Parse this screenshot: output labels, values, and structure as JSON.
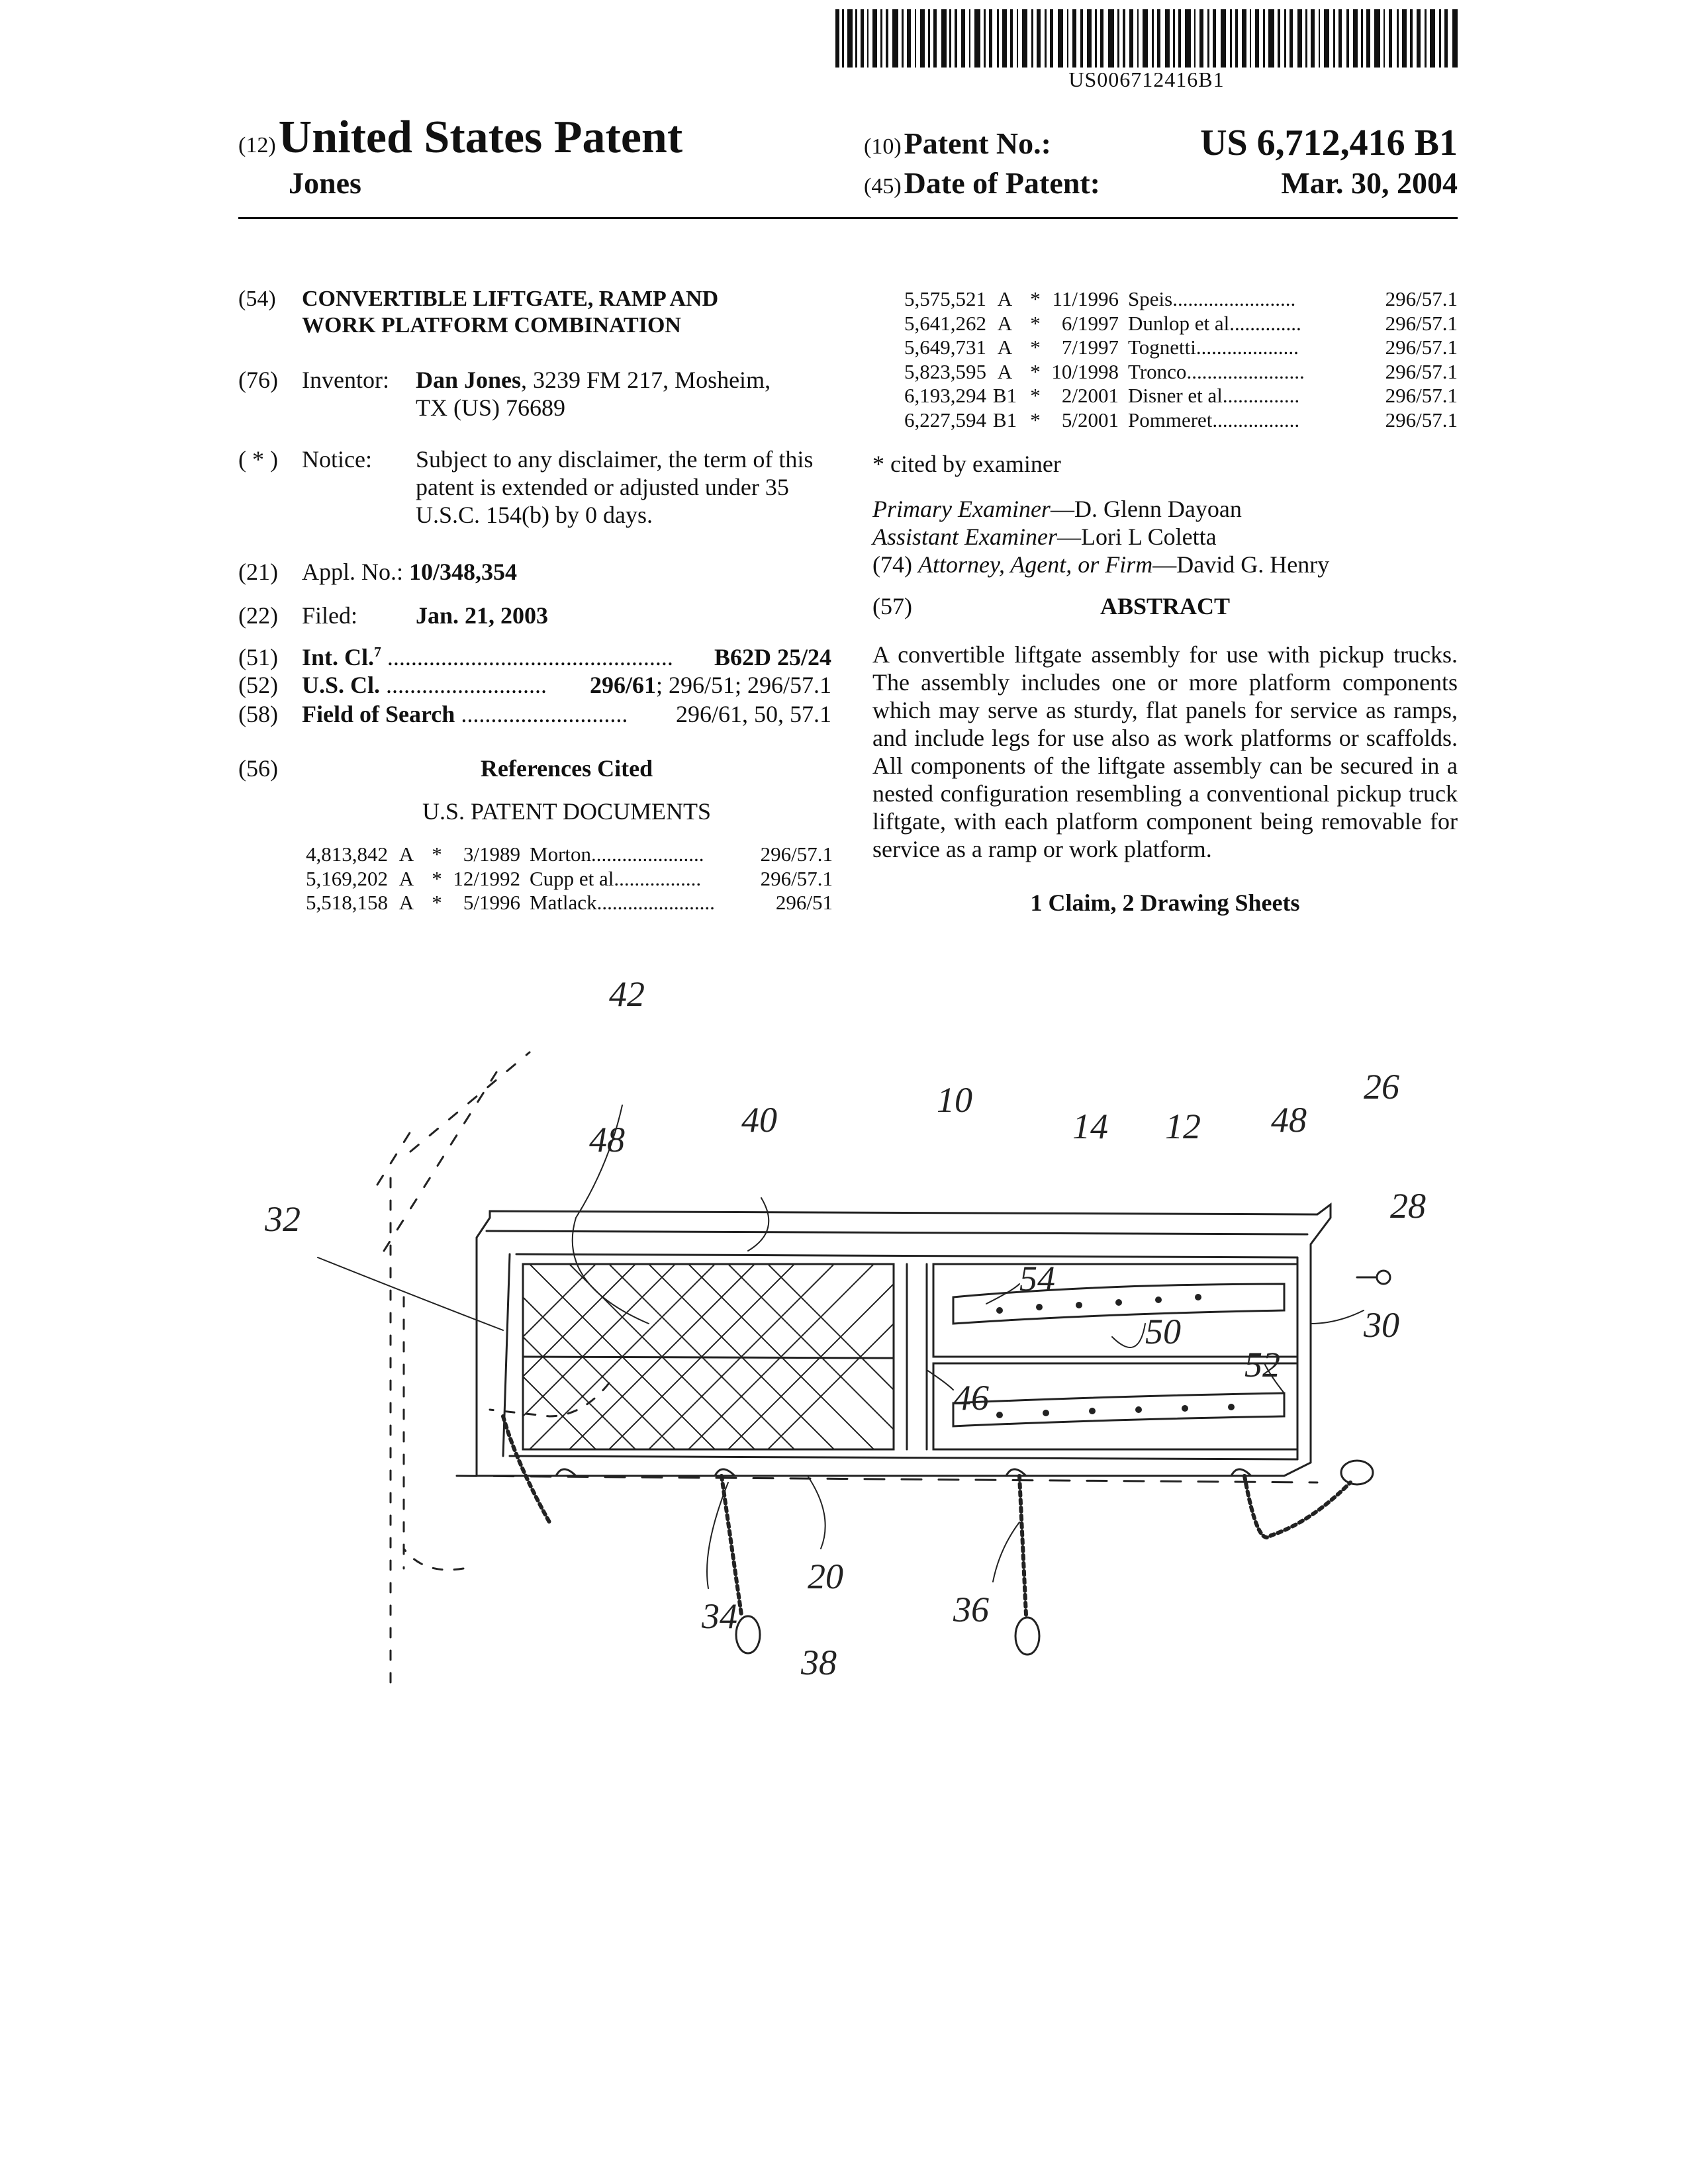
{
  "barcode": {
    "number": "US006712416B1"
  },
  "header": {
    "left_code": "(12)",
    "left_title": "United States Patent",
    "inventor_surname": "Jones",
    "patent_no_code": "(10)",
    "patent_no_label": "Patent No.:",
    "patent_no_value": "US 6,712,416 B1",
    "date_code": "(45)",
    "date_label": "Date of Patent:",
    "date_value": "Mar. 30, 2004"
  },
  "biblio": {
    "title_code": "(54)",
    "title_line1": "CONVERTIBLE LIFTGATE, RAMP AND",
    "title_line2": "WORK PLATFORM COMBINATION",
    "inventor_code": "(76)",
    "inventor_label": "Inventor:",
    "inventor_name": "Dan Jones",
    "inventor_address1": ", 3239 FM 217, Mosheim,",
    "inventor_address2": "TX (US) 76689",
    "notice_code": "( * )",
    "notice_label": "Notice:",
    "notice_line1": "Subject to any disclaimer, the term of this",
    "notice_line2": "patent is extended or adjusted under 35",
    "notice_line3": "U.S.C. 154(b) by 0 days.",
    "appl_code": "(21)",
    "appl_label": "Appl. No.:",
    "appl_value": "10/348,354",
    "filed_code": "(22)",
    "filed_label": "Filed:",
    "filed_value": "Jan. 21, 2003",
    "intcl_code": "(51)",
    "intcl_label": "Int. Cl.",
    "intcl_sup": "7",
    "intcl_dots": "................................................",
    "intcl_value": "B62D 25/24",
    "uscl_code": "(52)",
    "uscl_label": "U.S. Cl.",
    "uscl_dots": "...........................",
    "uscl_value_bold": "296/61",
    "uscl_value_rest": "; 296/51; 296/57.1",
    "search_code": "(58)",
    "search_label": "Field of Search",
    "search_dots": "............................",
    "search_value": "296/61, 50, 57.1",
    "refs_code": "(56)",
    "refs_heading": "References Cited",
    "refs_subheading": "U.S. PATENT DOCUMENTS"
  },
  "references_left": [
    {
      "number": "4,813,842",
      "kind": "A",
      "star": "*",
      "date": "3/1989",
      "name": "Morton",
      "dots": "......................",
      "cls": "296/57.1"
    },
    {
      "number": "5,169,202",
      "kind": "A",
      "star": "*",
      "date": "12/1992",
      "name": "Cupp et al.",
      "dots": "................",
      "cls": "296/57.1"
    },
    {
      "number": "5,518,158",
      "kind": "A",
      "star": "*",
      "date": "5/1996",
      "name": "Matlack",
      "dots": ".......................",
      "cls": "296/51"
    }
  ],
  "references_right": [
    {
      "number": "5,575,521",
      "kind": "A",
      "star": "*",
      "date": "11/1996",
      "name": "Speis",
      "dots": "........................",
      "cls": "296/57.1"
    },
    {
      "number": "5,641,262",
      "kind": "A",
      "star": "*",
      "date": "6/1997",
      "name": "Dunlop et al.",
      "dots": ".............",
      "cls": "296/57.1"
    },
    {
      "number": "5,649,731",
      "kind": "A",
      "star": "*",
      "date": "7/1997",
      "name": "Tognetti",
      "dots": "....................",
      "cls": "296/57.1"
    },
    {
      "number": "5,823,595",
      "kind": "A",
      "star": "*",
      "date": "10/1998",
      "name": "Tronco",
      "dots": ".......................",
      "cls": "296/57.1"
    },
    {
      "number": "6,193,294",
      "kind": "B1",
      "star": "*",
      "date": "2/2001",
      "name": "Disner et al.",
      "dots": "..............",
      "cls": "296/57.1"
    },
    {
      "number": "6,227,594",
      "kind": "B1",
      "star": "*",
      "date": "5/2001",
      "name": "Pommeret",
      "dots": ".................",
      "cls": "296/57.1"
    }
  ],
  "right_column": {
    "cited_note": "* cited by examiner",
    "primary_label": "Primary Examiner",
    "primary_name": "—D. Glenn Dayoan",
    "assistant_label": "Assistant Examiner",
    "assistant_name": "—Lori L Coletta",
    "attorney_code": "(74)",
    "attorney_label": "Attorney, Agent, or Firm",
    "attorney_name": "—David G. Henry",
    "abstract_code": "(57)",
    "abstract_heading": "ABSTRACT",
    "abstract_lines": [
      "A convertible liftgate assembly for use with pickup trucks.",
      "The assembly includes one or more platform components",
      "which may serve as sturdy, flat panels for service as ramps,",
      "and include legs for use also as work platforms or scaffolds.",
      "All components of the liftgate assembly can be secured in a",
      "nested configuration resembling a conventional pickup truck",
      "liftgate, with each platform component being removable for",
      "service as a ramp or work platform."
    ],
    "claims_note": "1 Claim, 2 Drawing Sheets"
  },
  "drawing_labels": {
    "l42": "42",
    "l40": "40",
    "l48a": "48",
    "l10": "10",
    "l14": "14",
    "l12": "12",
    "l48b": "48",
    "l26": "26",
    "l32": "32",
    "l28": "28",
    "l54": "54",
    "l50": "50",
    "l30": "30",
    "l46": "46",
    "l52": "52",
    "l34": "34",
    "l20": "20",
    "l36": "36",
    "l38": "38"
  }
}
